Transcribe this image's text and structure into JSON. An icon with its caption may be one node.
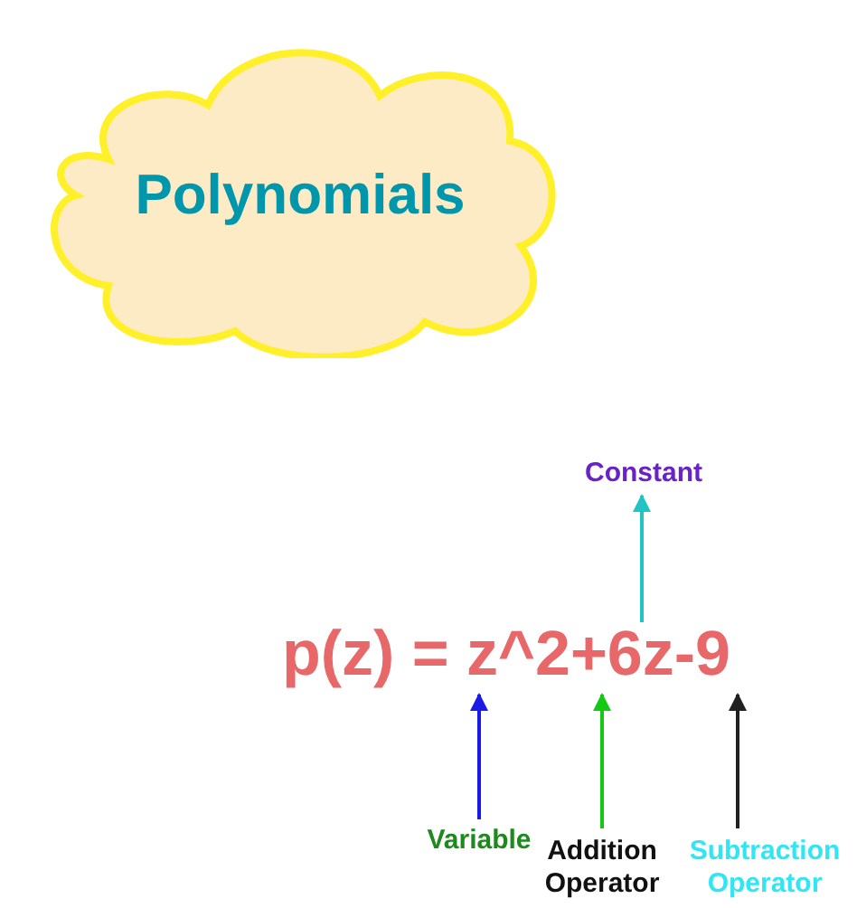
{
  "diagram": {
    "nodes": [
      {
        "text": [
          "Polynomials"
        ]
      },
      {
        "text": [
          "p(z) = z^2+6z-9"
        ]
      },
      {
        "text": [
          "Constant"
        ]
      },
      {
        "text": [
          "Variable"
        ]
      },
      {
        "text": [
          "Addition Operator"
        ]
      },
      {
        "text": [
          "Subtraction Operator"
        ]
      }
    ],
    "edges": [
      {
        "from": 1,
        "to": 2,
        "arrow": "to",
        "color": "#20c4c4"
      },
      {
        "from": 3,
        "to": 1,
        "arrow": "to",
        "color": "#1a1ae6"
      },
      {
        "from": 4,
        "to": 1,
        "arrow": "to",
        "color": "#14c814"
      },
      {
        "from": 5,
        "to": 1,
        "arrow": "to",
        "color": "#202020"
      }
    ]
  }
}
